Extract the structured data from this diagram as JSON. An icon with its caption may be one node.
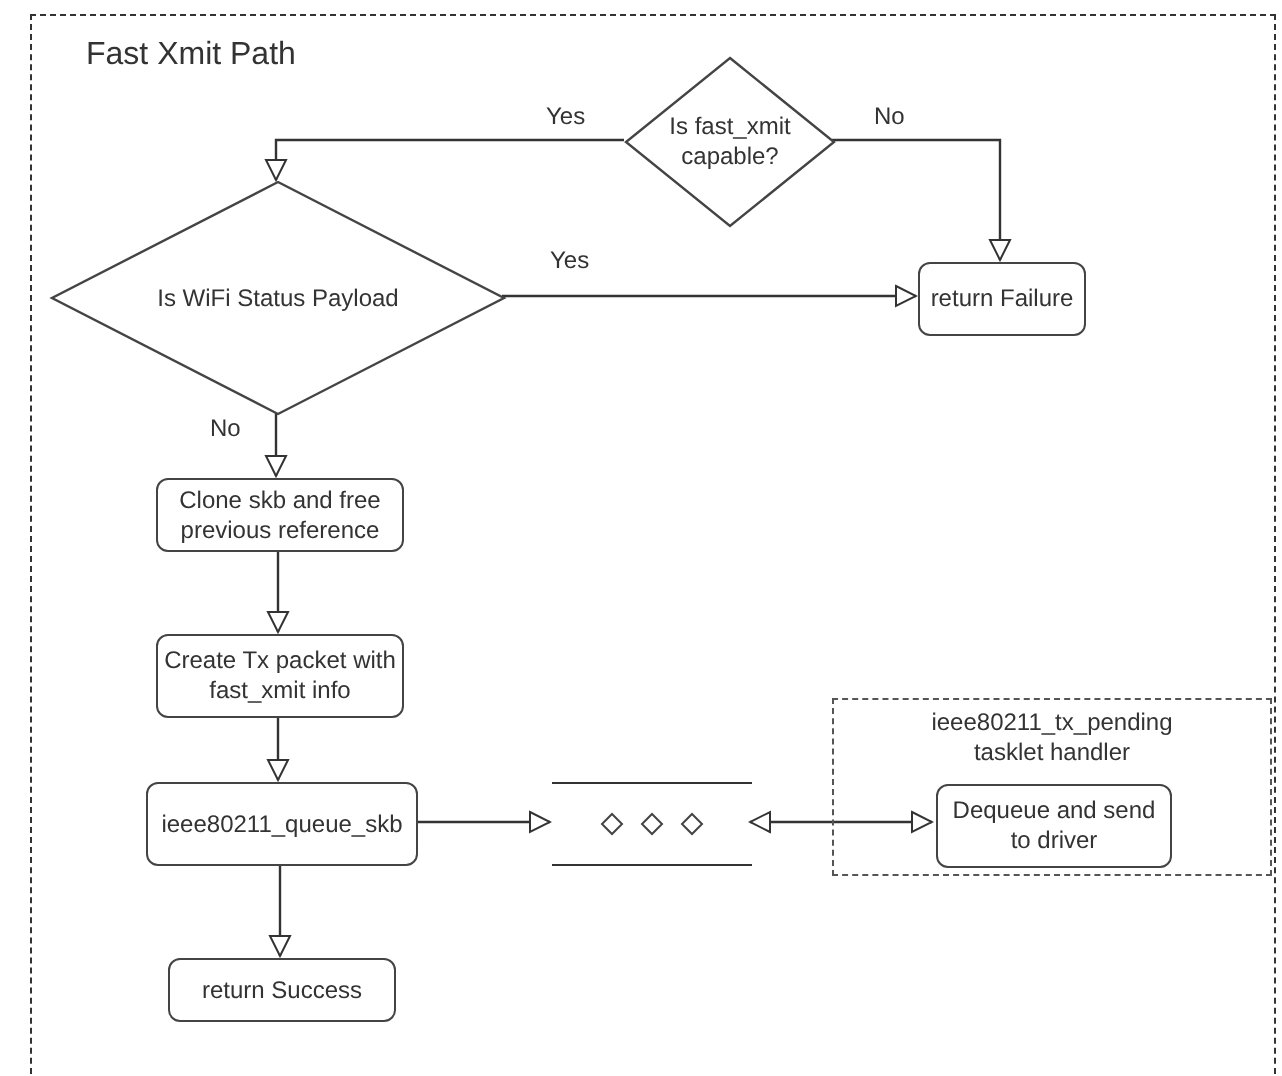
{
  "diagram": {
    "nodes": [
      {
        "text": [
          "Fast Xmit Path"
        ]
      },
      {
        "text": [
          "Is fast_xmit capable?"
        ],
        "in": 0
      },
      {
        "text": [
          "Is WiFi Status Payload"
        ],
        "in": 0
      },
      {
        "text": [
          "return Failure"
        ],
        "in": 0
      },
      {
        "text": [
          "Clone skb and free previous reference"
        ],
        "in": 0
      },
      {
        "text": [
          "Create Tx packet with fast_xmit info"
        ],
        "in": 0
      },
      {
        "text": [
          "ieee80211_queue_skb"
        ],
        "in": 0
      },
      {
        "text": [],
        "shape": "queue",
        "in": 0
      },
      {
        "text": [
          "ieee80211_tx_pending tasklet handler"
        ],
        "in": 0
      },
      {
        "text": [
          "Dequeue and send to driver"
        ],
        "in": 8
      },
      {
        "text": [
          "return Success"
        ],
        "in": 0
      }
    ],
    "edges": [
      {
        "from": 1,
        "to": 2,
        "arrow": "to",
        "label": "Yes"
      },
      {
        "from": 1,
        "to": 3,
        "arrow": "to",
        "label": "No"
      },
      {
        "from": 2,
        "to": 3,
        "arrow": "to",
        "label": "Yes"
      },
      {
        "from": 2,
        "to": 4,
        "arrow": "to",
        "label": "No"
      },
      {
        "from": 4,
        "to": 5,
        "arrow": "to"
      },
      {
        "from": 5,
        "to": 6,
        "arrow": "to"
      },
      {
        "from": 6,
        "to": 10,
        "arrow": "to"
      },
      {
        "from": 6,
        "to": 7,
        "arrow": "to"
      },
      {
        "from": 7,
        "to": 9,
        "arrow": "both"
      }
    ]
  }
}
